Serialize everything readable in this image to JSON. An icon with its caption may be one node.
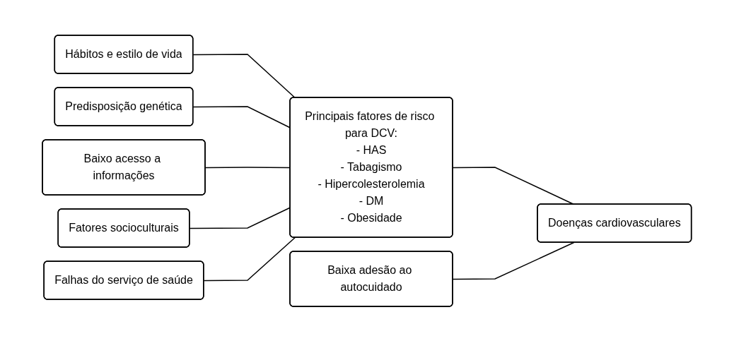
{
  "diagram": {
    "nodes": [
      {
        "text": [
          "Hábitos e estilo de vida"
        ]
      },
      {
        "text": [
          "Predisposição genética"
        ]
      },
      {
        "text": [
          "Baixo acesso a informações"
        ]
      },
      {
        "text": [
          "Fatores socioculturais"
        ]
      },
      {
        "text": [
          "Falhas do serviço de saúde"
        ]
      },
      {
        "text": [
          "Principais fatores de risco para DCV:",
          "- HAS",
          "- Tabagismo",
          "- Hipercolesterolemia",
          "- DM",
          "- Obesidade"
        ]
      },
      {
        "text": [
          "Doenças cardiovasculares"
        ]
      },
      {
        "text": [
          "Baixa adesão ao autocuidado"
        ]
      }
    ],
    "edges": [
      {
        "from": 0,
        "to": 5,
        "arrow": "none"
      },
      {
        "from": 1,
        "to": 5,
        "arrow": "none"
      },
      {
        "from": 2,
        "to": 5,
        "arrow": "none"
      },
      {
        "from": 3,
        "to": 5,
        "arrow": "none"
      },
      {
        "from": 4,
        "to": 5,
        "arrow": "none"
      },
      {
        "from": 5,
        "to": 6,
        "arrow": "none"
      },
      {
        "from": 7,
        "to": 6,
        "arrow": "none"
      }
    ]
  }
}
